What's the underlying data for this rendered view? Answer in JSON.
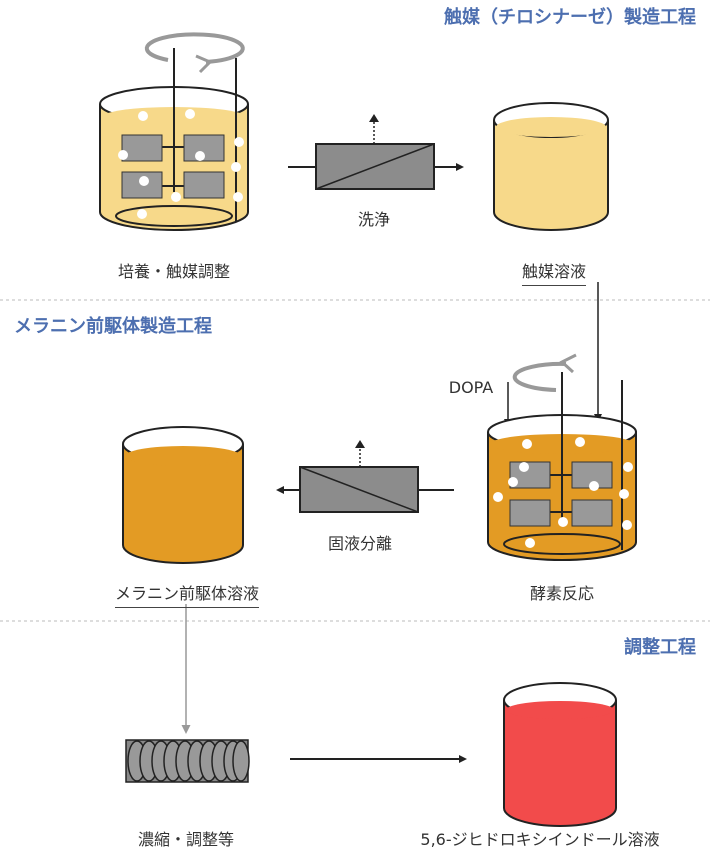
{
  "sections": {
    "catalyst": "触媒（チロシナーゼ）製造工程",
    "melanin": "メラニン前駆体製造工程",
    "adjust": "調整工程"
  },
  "labels": {
    "culture": "培養・触媒調整",
    "wash": "洗浄",
    "catalyst_solution": "触媒溶液",
    "dopa": "DOPA",
    "enzyme_reaction": "酵素反応",
    "solid_liquid_separation": "固液分離",
    "melanin_precursor_solution": "メラニン前駆体溶液",
    "concentration": "濃縮・調整等",
    "product": "5,6-ジヒドロキシインドール溶液"
  },
  "colors": {
    "section_title": "#4d6fb0",
    "catalyst_liquid": "#f7d98a",
    "reaction_liquid": "#e39b24",
    "product_liquid": "#f24b4b",
    "paddle": "#999999",
    "filter": "#8c8c8c",
    "divider": "#bbbbbb"
  },
  "icons": [
    "rotation-arrow-icon",
    "filter-icon",
    "beaker-icon",
    "stirred-tank-icon",
    "concentrator-icon"
  ]
}
